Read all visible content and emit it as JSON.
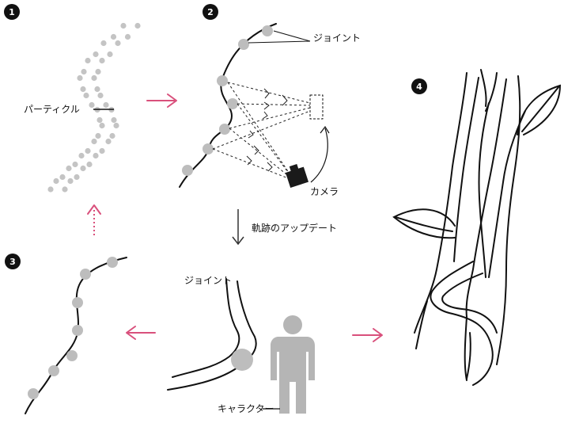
{
  "steps": [
    "1",
    "2",
    "3",
    "4"
  ],
  "labels": {
    "particle": "パーティクル",
    "joint_top": "ジョイント",
    "camera": "カメラ",
    "update_trail": "軌跡のアップデート",
    "joint_bottom": "ジョイント",
    "character": "キャラクター"
  },
  "colors": {
    "arrow_accent": "#d9507c",
    "joint_fill": "#bdbdbd",
    "particle_fill": "#c4c4c4",
    "figure_fill": "#b5b5b5",
    "line": "#111111"
  },
  "icons": {
    "camera": "camera-icon",
    "character": "person-icon"
  }
}
